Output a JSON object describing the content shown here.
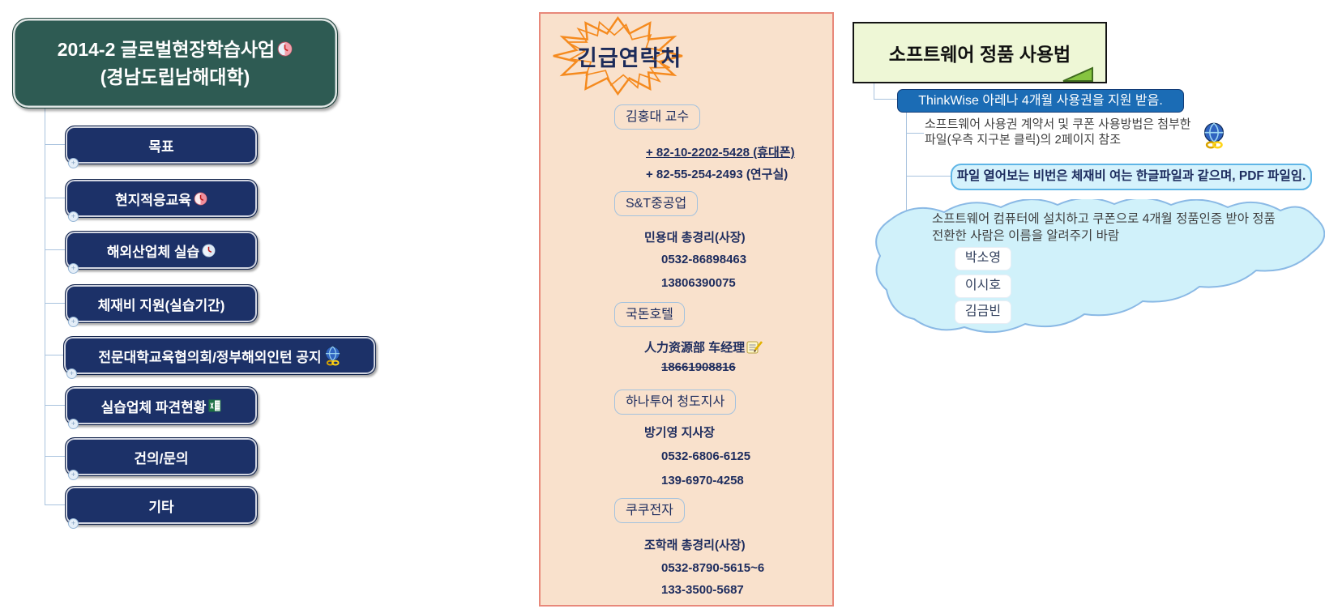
{
  "root": {
    "line1": "2014-2 글로벌현장학습사업",
    "line2": "(경남도립남해대학)",
    "icon": "clock-icon"
  },
  "left_items": [
    {
      "label": "목표"
    },
    {
      "label": "현지적응교육",
      "icon": "clock-icon"
    },
    {
      "label": "해외산업체 실습",
      "icon": "clock-icon"
    },
    {
      "label": "체재비 지원(실습기간)"
    },
    {
      "label": "전문대학교육협의회/정부해외인턴 공지",
      "icon": "globe-link-icon"
    },
    {
      "label": "실습업체 파견현황",
      "icon": "excel-icon"
    },
    {
      "label": "건의/문의"
    },
    {
      "label": "기타"
    }
  ],
  "contacts": {
    "title": "긴급연락처",
    "groups": [
      {
        "company": "김홍대 교수",
        "phones": [
          {
            "text": "+ 82-10-2202-5428 (휴대폰)",
            "style": "underline"
          },
          {
            "text": "+ 82-55-254-2493 (연구실)"
          }
        ]
      },
      {
        "company": "S&T중공업",
        "person": "민용대 총경리(사장)",
        "phones": [
          {
            "text": "0532-86898463"
          },
          {
            "text": "13806390075"
          }
        ]
      },
      {
        "company": "국돈호텔",
        "person": "人力资源部 车经理",
        "person_icon": "memo-icon",
        "phones": [
          {
            "text": "18661908816",
            "style": "strikethrough"
          }
        ]
      },
      {
        "company": "하나투어 청도지사",
        "person": "방기영 지사장",
        "phones": [
          {
            "text": "0532-6806-6125"
          },
          {
            "text": "139-6970-4258"
          }
        ]
      },
      {
        "company": "쿠쿠전자",
        "person": "조학래 총경리(사장)",
        "phones": [
          {
            "text": "0532-8790-5615~6"
          },
          {
            "text": "133-3500-5687"
          }
        ]
      }
    ]
  },
  "software": {
    "title": "소프트웨어 정품 사용법",
    "highlight": "ThinkWise 아레나 4개월 사용권을 지원 받음.",
    "note_line1": "소프트웨어 사용권 계약서 및 쿠폰 사용방법은 첨부한",
    "note_icon": "globe-link-icon",
    "note_line2": "파일(우측 지구본 클릭)의 2페이지 참조",
    "callout": "파일 열어보는 비번은 체재비 여는 한글파일과 같으며, PDF 파일임.",
    "cloud_line1": "소프트웨어 컴퓨터에 설치하고 쿠폰으로 4개월 정품인증 받아 정품",
    "cloud_line2": "전환한 사람은 이름을 알려주기 바람",
    "names": [
      "박소영",
      "이시호",
      "김금빈"
    ]
  },
  "colors": {
    "root_bg": "#2e5b53",
    "node_bg": "#1c3168",
    "connector": "#a9c3de",
    "panel_bg": "#f9e1cc",
    "panel_border": "#e8887a",
    "starburst": "#f58a1e",
    "contact_text": "#1d2c5e",
    "software_title_bg": "#eef7d6",
    "highlight_bg": "#1b6cb5",
    "callout_bg": "#d5f2fc",
    "cloud_bg": "#d0f1fa"
  }
}
